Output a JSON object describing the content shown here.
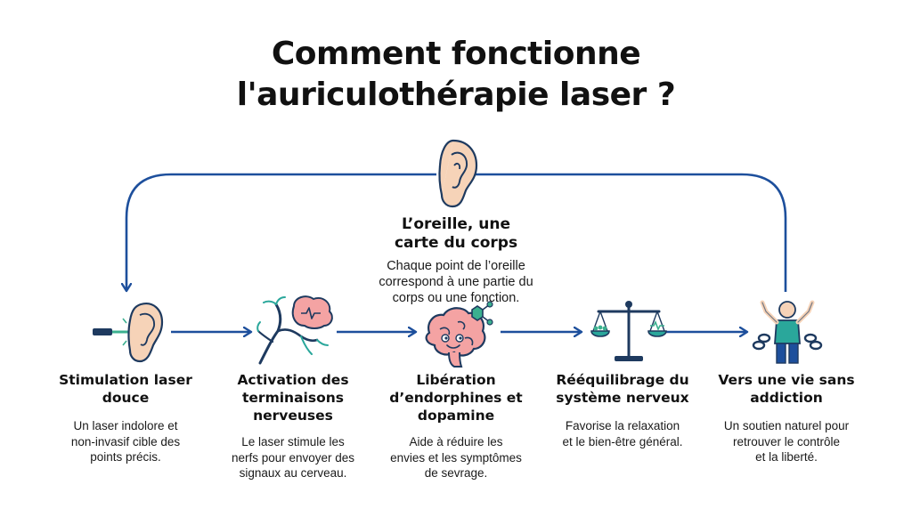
{
  "title": {
    "line1": "Comment fonctionne",
    "line2": "l'auriculothérapie laser ?"
  },
  "center": {
    "icon": "ear-icon",
    "heading": [
      "L’oreille, une",
      "carte du corps"
    ],
    "description": [
      "Chaque point de l’oreille",
      "correspond à une partie du",
      "corps ou une fonction."
    ]
  },
  "steps": [
    {
      "icon": "laser-ear-icon",
      "heading": [
        "Stimulation laser",
        "douce"
      ],
      "description": [
        "Un laser indolore et",
        "non-invasif cible des",
        "points précis."
      ]
    },
    {
      "icon": "nerve-brain-icon",
      "heading": [
        "Activation des",
        "terminaisons",
        "nerveuses"
      ],
      "description": [
        "Le laser stimule les",
        "nerfs pour envoyer des",
        "signaux au cerveau."
      ]
    },
    {
      "icon": "brain-molecule-icon",
      "heading": [
        "Libération",
        "d’endorphines et",
        "dopamine"
      ],
      "description": [
        "Aide à réduire les",
        "envies et les symptômes",
        "de sevrage."
      ]
    },
    {
      "icon": "balance-scale-icon",
      "heading": [
        "Rééquilibrage du",
        "système nerveux"
      ],
      "description": [
        "Favorise la relaxation",
        "et le bien-être général."
      ]
    },
    {
      "icon": "broken-chain-person-icon",
      "heading": [
        "Vers une vie sans",
        "addiction"
      ],
      "description": [
        "Un soutien naturel pour",
        "retrouver le contrôle",
        "et la liberté."
      ]
    }
  ],
  "colors": {
    "arrow": "#1d4f9c",
    "outline": "#1e3a5f",
    "skin": "#f6d3b8",
    "brain": "#f4a3a3",
    "green": "#3bb08f",
    "teal": "#2aa79b"
  }
}
